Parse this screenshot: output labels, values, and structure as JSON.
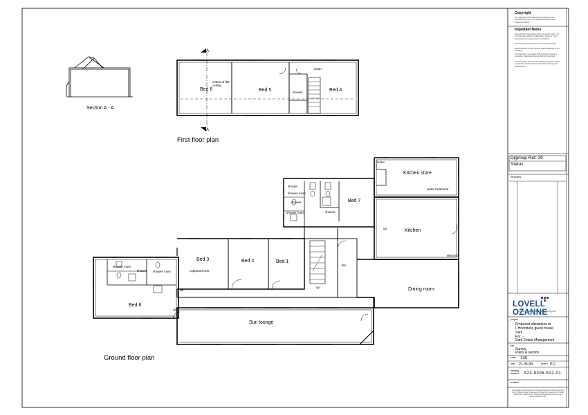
{
  "drawing": {
    "section_title": "Section A - A",
    "first_floor_title": "First floor plan",
    "ground_floor_title": "Ground floor plan",
    "section_marker": "A"
  },
  "first_floor": {
    "bed6": "Bed 6",
    "bed5": "Bed 5",
    "bed4": "Bed 4",
    "shower": "shower",
    "flat_ceiling_1": "extent of flat",
    "flat_ceiling_2": "ceiling",
    "down": "down"
  },
  "ground_floor": {
    "kitchen_store": "Kitchen store",
    "boiler": "boiler",
    "water_treatment": "water treatment",
    "kitchen": "Kitchen",
    "electrics": "electrics",
    "bed7": "Bed 7",
    "shower_a": "shower",
    "shower_room_a": "shower room",
    "shower_b": "shower",
    "shower_room_b": "shower room",
    "shower_c": "shower",
    "bed3": "Bed 3",
    "bed2": "Bed 2",
    "bed1": "Bed 1",
    "dining_room": "Dining room",
    "fire": "fire",
    "bed8": "Bed 8",
    "shower_room_c": "shower room",
    "shower_d": "shower",
    "shower_room_d": "shower room",
    "sun_lounge": "Sun lounge",
    "cupboard": "cupboard over",
    "up1": "up",
    "up2": "up",
    "up3": "up",
    "up4": "up"
  },
  "title_block": {
    "copyright_head": "Copyright",
    "copyright_text": "The copyright of the drawing is the property of the Architects and may not be reproduced without their written permission.",
    "notes_head": "Important Notes",
    "notes_text_1": "Figured Dimensions where shown should be used in all circumstances. Where no dimensions shown or if any discrepancies are found report to Architects.",
    "notes_text_2": "DO NOT scale this document or from copy drawings.",
    "notes_text_3": "Electrical Main must be checked against drawings of the Architects.",
    "notes_text_4": "The Contractor must check all dimensions & levels on site and any discrepancies reported to the Architect.",
    "notes_text_5": "The information shown on this drawing should be read in conjunction with all relevant consultants drawings and specifications.",
    "digimap": "Digimap Ref: 29",
    "status": "Status",
    "revisions": "Revisions",
    "logo": "LOVELL OZANNE",
    "logo_sub": "Chartered Architects and Surveyors",
    "project_label": "project",
    "project_1": "Proposed alterations to",
    "project_2": "L'Hirondelle guest house",
    "project_3": "Sark",
    "project_4": "For :-",
    "project_5": "Sark Estate Management",
    "title_label": "title",
    "title_1": "Survey",
    "title_2": "Plans & section",
    "scale_label": "scale",
    "scale": "1:50",
    "date_label": "date",
    "date": "21-05-09",
    "drawn_label": "drawn",
    "drawn": "P.C.",
    "drawing_no_label": "drawing number",
    "drawing_no": "X23-9305-512-01",
    "revision_label": "revision",
    "address": "Lovell Ozanne & Partners Ltd, Chartered Architects and Surveyors  P.O. Box 73, Mount House, Charroterie, St Peter Port, Guernsey  Tel: 01481 720832   Fax: 01481 714717  E-Mail: admin@lovellozanne.com   Web: www.lovellozanne.com"
  },
  "colors": {
    "line": "#000000",
    "logo_blue": "#1d4f8c",
    "logo_accent": "#e31b23"
  }
}
